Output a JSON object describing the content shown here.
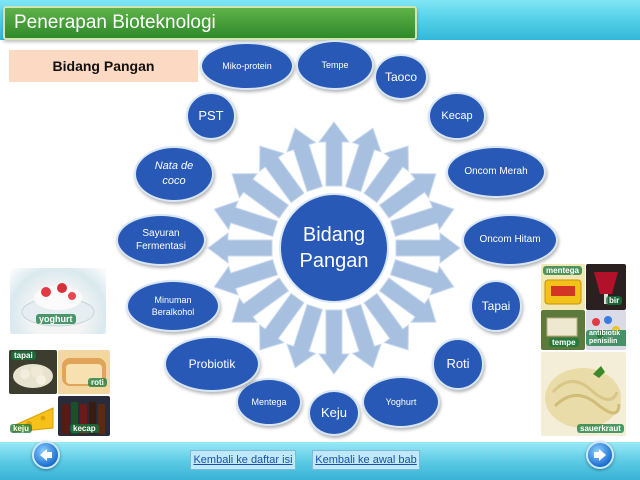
{
  "header": {
    "title": "Penerapan Bioteknologi"
  },
  "section": {
    "label": "Bidang Pangan"
  },
  "center": {
    "line1": "Bidang",
    "line2": "Pangan"
  },
  "nodes": {
    "miko_protein": "Miko-protein",
    "tempe": "Tempe",
    "taoco": "Taoco",
    "kecap": "Kecap",
    "oncom_merah": "Oncom Merah",
    "oncom_hitam": "Oncom Hitam",
    "tapai": "Tapai",
    "roti": "Roti",
    "yoghurt": "Yoghurt",
    "keju": "Keju",
    "mentega": "Mentega",
    "probiotik": "Probiotik",
    "minuman_line1": "Minuman",
    "minuman_line2": "Beralkohol",
    "sayuran_line1": "Sayuran",
    "sayuran_line2": "Fermentasi",
    "nata_line1": "Nata de",
    "nata_line2": "coco",
    "pst": "PST"
  },
  "photos": {
    "yoghurt": "yoghurt",
    "tapai": "tapai",
    "roti": "roti",
    "keju": "keju",
    "kecap": "kecap",
    "mentega": "mentega",
    "bir": "bir",
    "tempe": "tempe",
    "antibiotik": "antibiotik penisilin",
    "sauerkraut": "sauerkraut"
  },
  "nav": {
    "back_icon": "arrow-left-icon",
    "next_icon": "arrow-right-icon",
    "link_daftar_isi": "Kembali ke daftar isi",
    "link_awal_bab": "Kembali ke awal bab"
  },
  "colors": {
    "node": "#2859b6",
    "arrow": "#a8c0e0",
    "title_bar": "#3f9a36",
    "top_bar": "#4fcde6",
    "section_box": "#fbd9c2"
  }
}
